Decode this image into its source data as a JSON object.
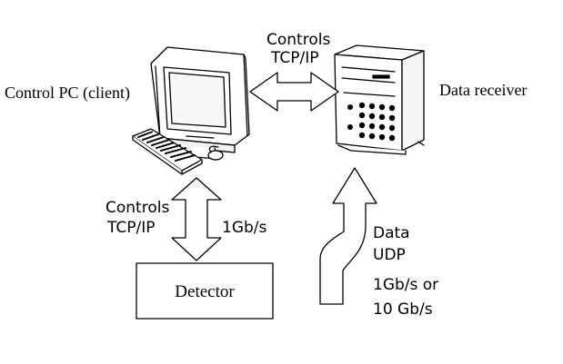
{
  "labels": {
    "control_pc": "Control PC (client)",
    "data_receiver": "Data receiver",
    "top_link": {
      "line1": "Controls",
      "line2": "TCP/IP"
    },
    "left_link": {
      "line1": "Controls",
      "line2": "TCP/IP",
      "rate": "1Gb/s"
    },
    "data_link": {
      "line1": "Data",
      "line2": "UDP",
      "rate1": "1Gb/s or",
      "rate2": "10 Gb/s"
    },
    "detector": "Detector"
  },
  "colors": {
    "stroke": "#000000",
    "background": "#ffffff"
  }
}
